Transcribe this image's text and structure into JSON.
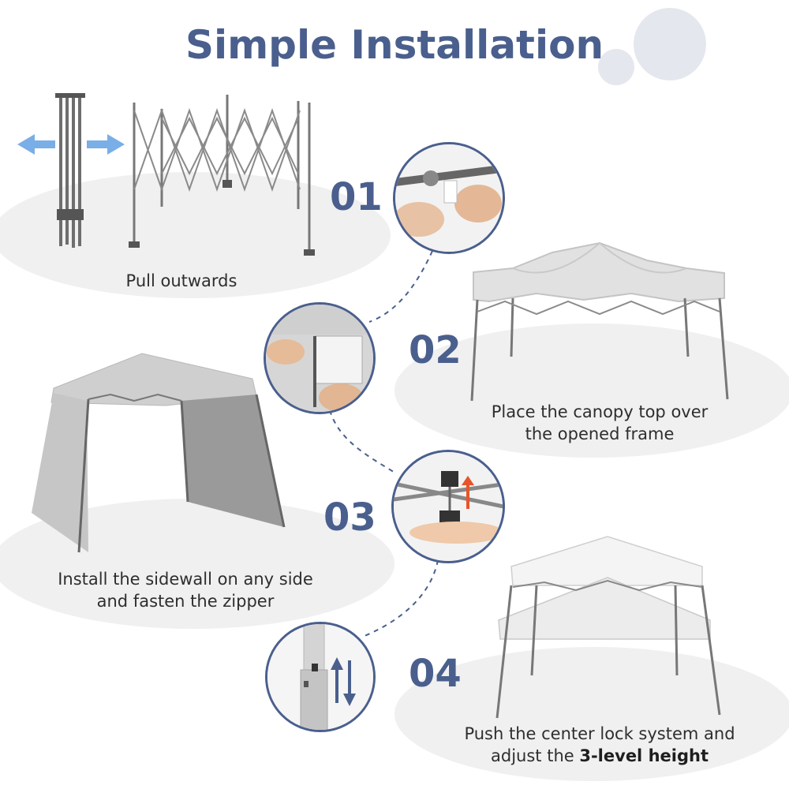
{
  "title": "Simple Installation",
  "accent_color": "#4a5f8d",
  "steps": [
    {
      "number": "01",
      "caption": "Pull outwards"
    },
    {
      "number": "02",
      "caption_line1": "Place the canopy top over",
      "caption_line2": "the opened frame"
    },
    {
      "number": "03",
      "caption_line1": "Install the sidewall on any side",
      "caption_line2": "and fasten the zipper"
    },
    {
      "number": "04",
      "caption_line1": "Push the center lock system and",
      "caption_line2_prefix": "adjust the ",
      "caption_line2_bold": "3-level height"
    }
  ],
  "icons": {
    "pull_arrows": "double-arrow-horizontal-icon",
    "height_arrows": "up-down-arrows-icon",
    "lift_arrow": "arrow-up-icon"
  }
}
